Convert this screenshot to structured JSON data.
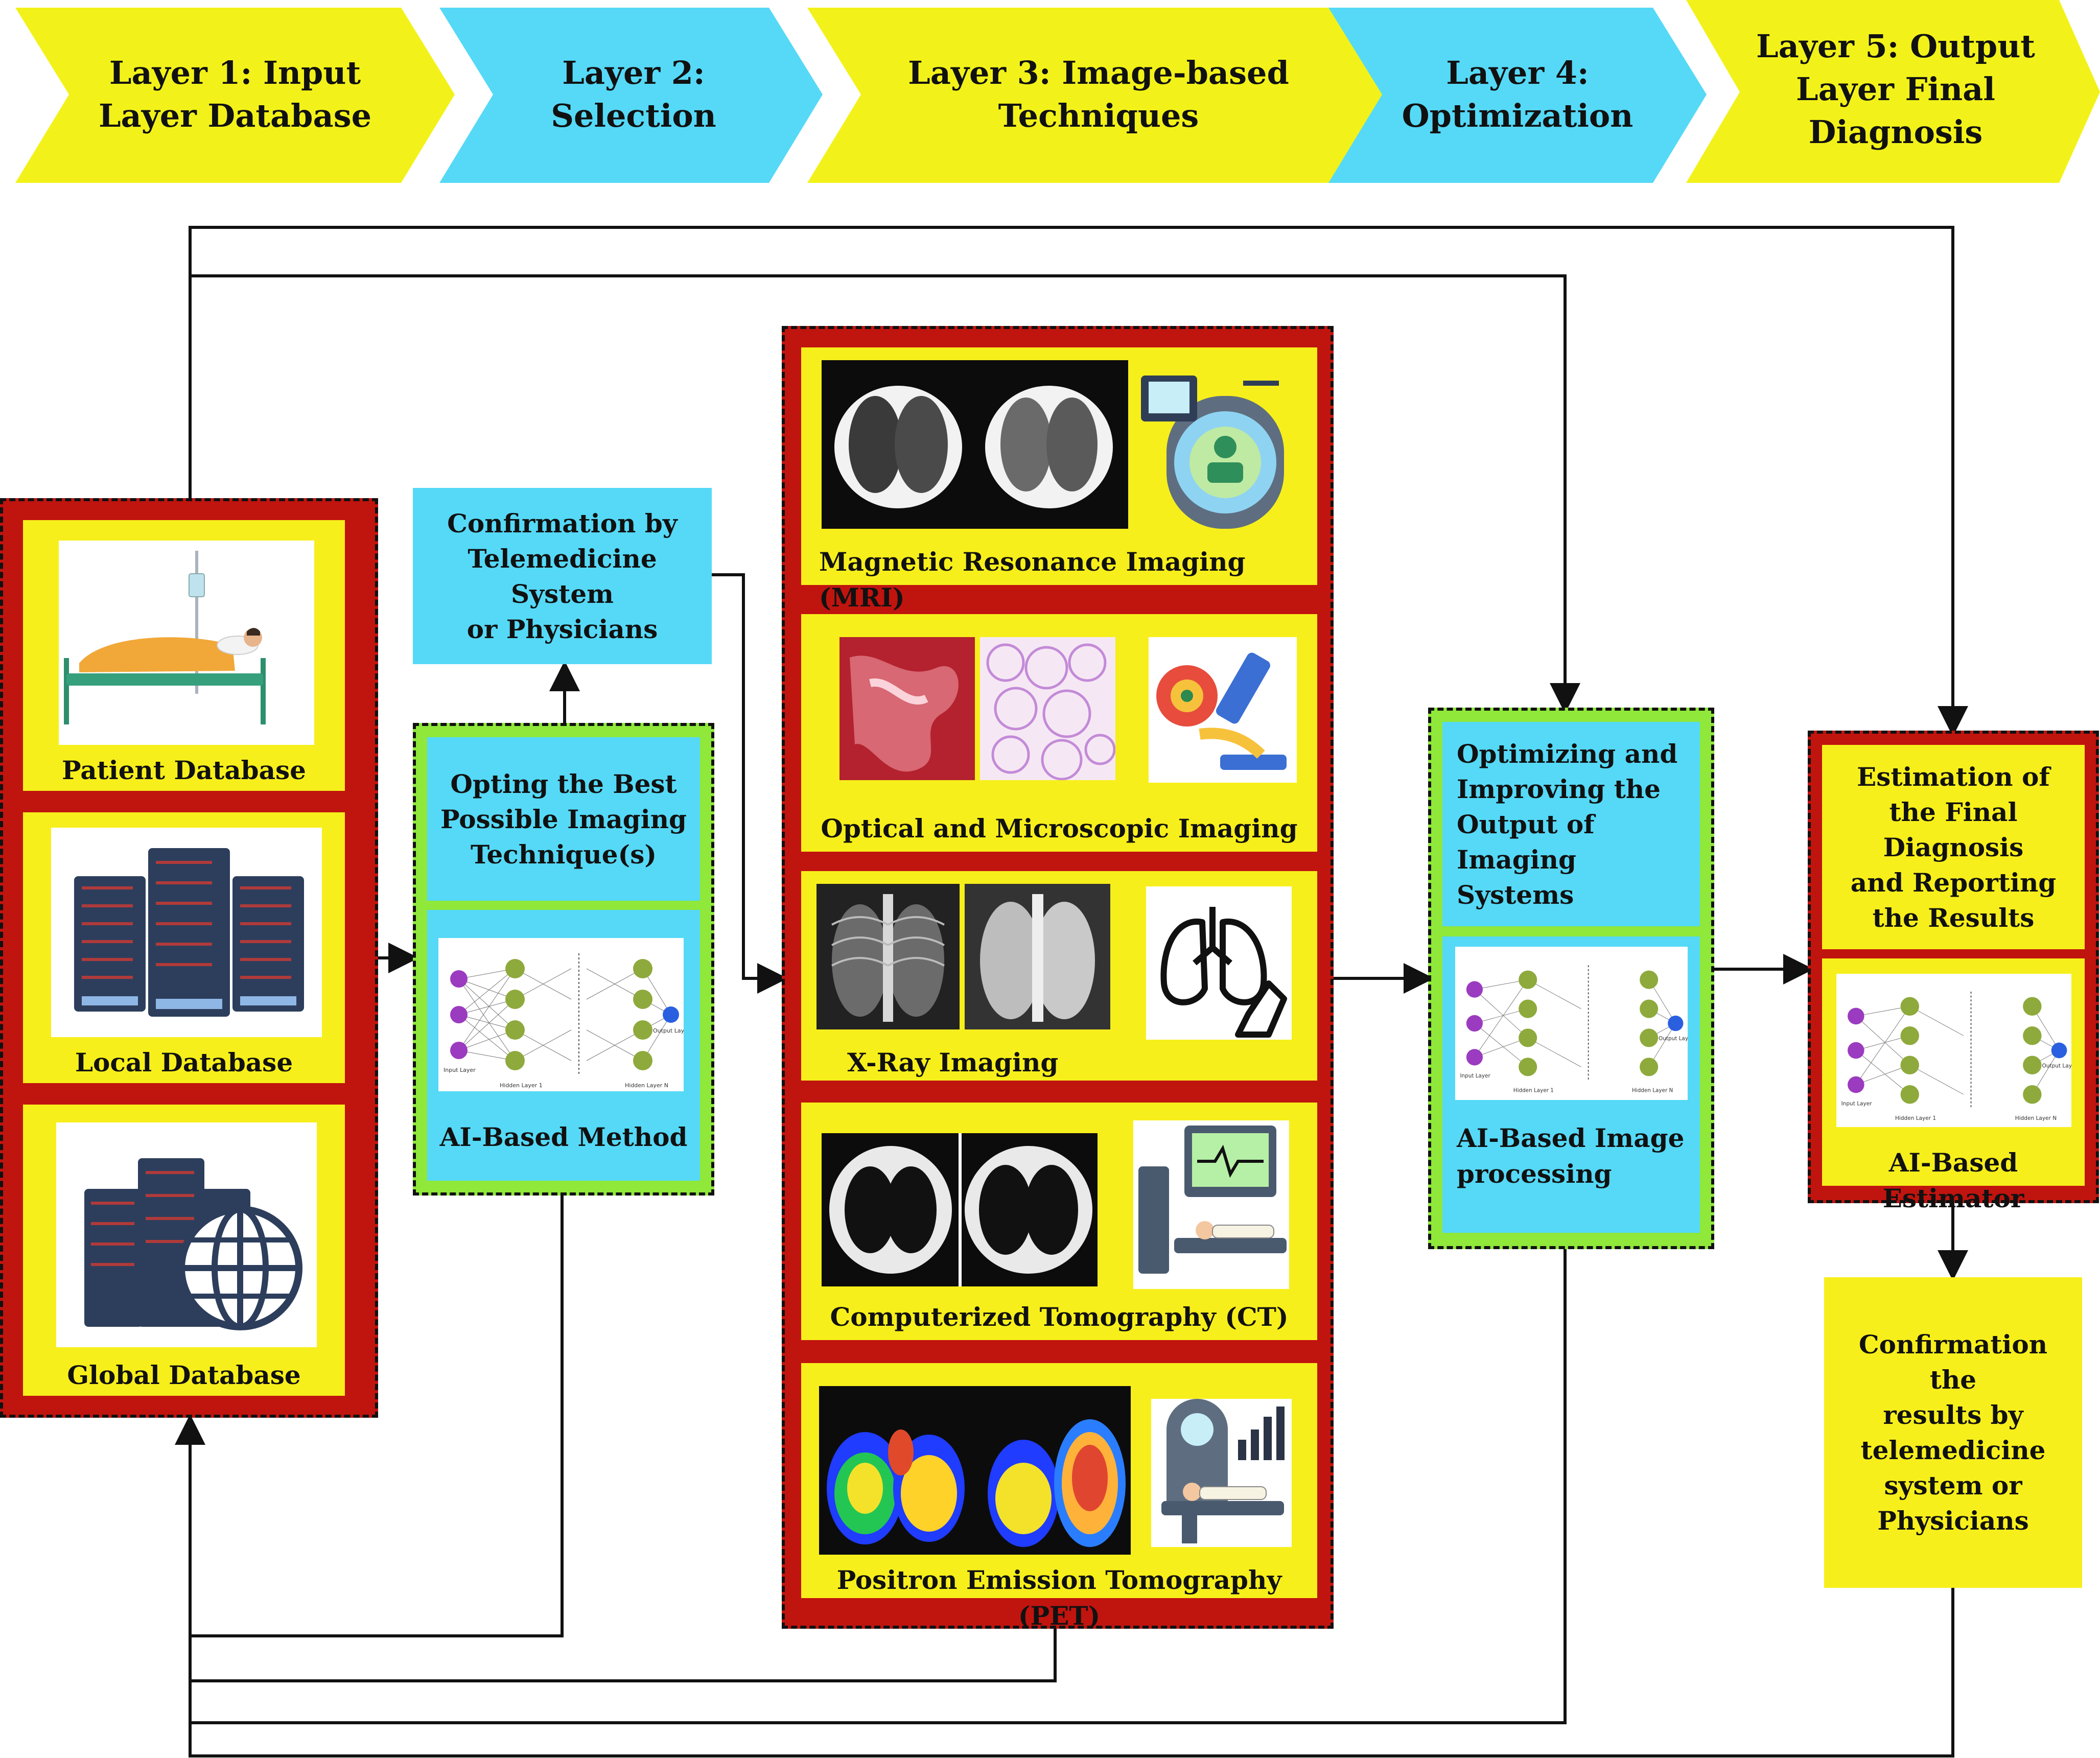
{
  "layers": [
    {
      "label": "Layer 1: Input\nLayer Database",
      "color": "#f2f21a"
    },
    {
      "label": "Layer 2:\nSelection",
      "color": "#55d9f7"
    },
    {
      "label": "Layer 3: Image-based\nTechniques",
      "color": "#f2f21a"
    },
    {
      "label": "Layer 4:\nOptimization",
      "color": "#55d9f7"
    },
    {
      "label": "Layer 5: Output\nLayer Final\nDiagnosis",
      "color": "#f2f21a"
    }
  ],
  "layer1": {
    "patient": "Patient Database",
    "local": "Local Database",
    "global": "Global Database"
  },
  "layer2": {
    "confirmation": "Confirmation by\nTelemedicine System\nor Physicians",
    "opting": "Opting the Best\nPossible Imaging\nTechnique(s)",
    "ai": "AI-Based Method"
  },
  "layer3": {
    "mri": "Magnetic Resonance Imaging (MRI)",
    "optical": "Optical and Microscopic Imaging",
    "xray": "X-Ray Imaging",
    "ct": "Computerized Tomography (CT)",
    "pet": "Positron Emission Tomography (PET)"
  },
  "layer4": {
    "optimizing": "Optimizing and\nImproving the\nOutput of\nImaging Systems",
    "ai": "AI-Based Image\nprocessing"
  },
  "layer5": {
    "estimation": "Estimation of\nthe Final\nDiagnosis\nand Reporting\nthe Results",
    "ai": "AI-Based Estimator",
    "confirmation": "Confirmation the\nresults by\ntelemedicine\nsystem or\nPhysicians"
  },
  "nn_labels": {
    "input": "Input Layer",
    "hidden1": "Hidden Layer 1",
    "hiddenN": "Hidden Layer N",
    "output": "Output Layer"
  },
  "colors": {
    "red_frame": "#c0140f",
    "yellow_panel": "#f7ef1b",
    "cyan_panel": "#55d9f7",
    "green_frame": "#8fe83a"
  }
}
